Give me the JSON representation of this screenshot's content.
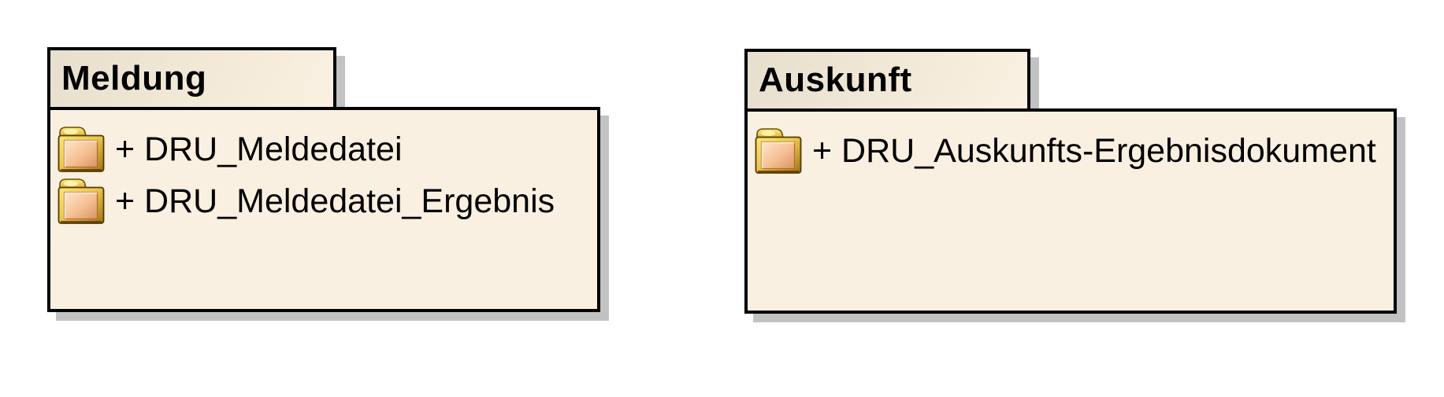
{
  "diagram": {
    "type": "uml-package-diagram",
    "background": "#FFFFFF",
    "packages": [
      {
        "name": "Meldung",
        "members": [
          "+ DRU_Meldedatei",
          "+ DRU_Meldedatei_Ergebnis"
        ]
      },
      {
        "name": "Auskunft",
        "members": [
          "+ DRU_Auskunfts-Ergebnisdokument"
        ]
      }
    ],
    "colors": {
      "package_fill": "#FAF0E1",
      "tab_gradient_left": "#E7DFCE",
      "tab_gradient_right": "#FAF1E2",
      "border": "#000000",
      "shadow": "#C2C2C2",
      "text": "#000000",
      "folder_gold": "#EDC94E",
      "folder_face": "#F5C094"
    },
    "icons": {
      "member_icon": "folder-icon"
    }
  }
}
